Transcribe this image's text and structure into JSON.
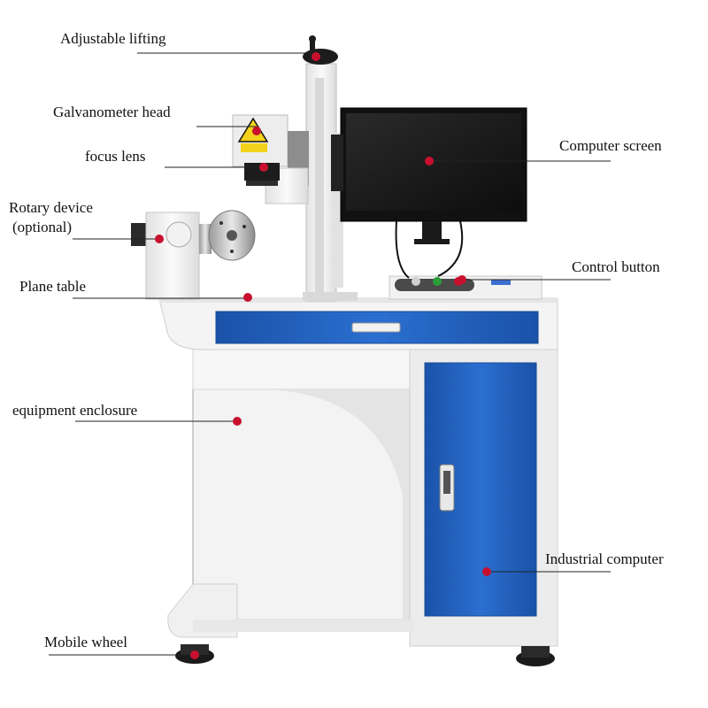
{
  "labels": {
    "adjustable_lifting": "Adjustable lifting",
    "galvanometer_head": "Galvanometer head",
    "focus_lens": "focus lens",
    "rotary_device": "Rotary device",
    "rotary_optional": "(optional)",
    "plane_table": "Plane table",
    "equipment_enclosure": "equipment enclosure",
    "computer_screen": "Computer screen",
    "control_button": "Control button",
    "industrial_computer": "Industrial computer",
    "mobile_wheel": "Mobile wheel"
  },
  "colors": {
    "marker": "#c8102e",
    "cabinet_blue": "#1f5fbf",
    "body_white": "#f4f4f4",
    "warning_yellow": "#f2d21b"
  }
}
